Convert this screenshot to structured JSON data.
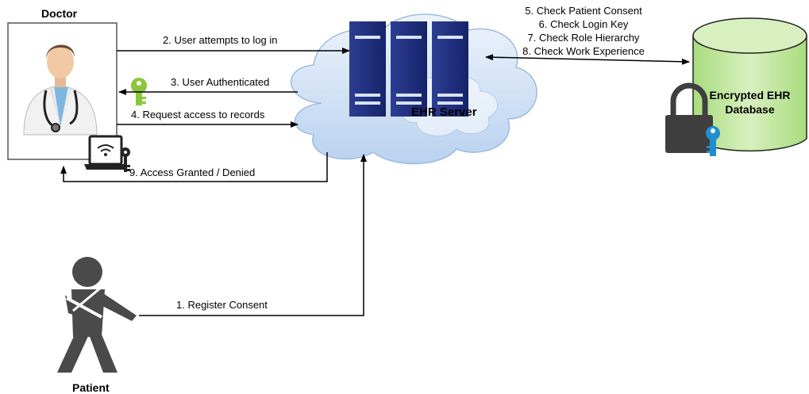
{
  "actors": {
    "doctor": "Doctor",
    "patient": "Patient"
  },
  "server": {
    "label": "EHR Server"
  },
  "database": {
    "line1": "Encrypted EHR",
    "line2": "Database"
  },
  "steps": {
    "s1": "1. Register Consent",
    "s2": "2. User attempts to log in",
    "s3": "3. User Authenticated",
    "s4": "4. Request access to records",
    "s5": "5. Check Patient Consent",
    "s6": "6. Check Login Key",
    "s7": "7. Check Role Hierarchy",
    "s8": "8. Check Work Experience",
    "s9": "9. Access Granted / Denied"
  },
  "colors": {
    "server_navy": "#1f2f7a",
    "cloud_fill": "#d3e3f6",
    "db_green": "#bfe59c",
    "key_green": "#8ac73e",
    "key_blue": "#1f8fd0",
    "lock_gray": "#3e3e3e",
    "patient_gray": "#4a4a4a"
  }
}
